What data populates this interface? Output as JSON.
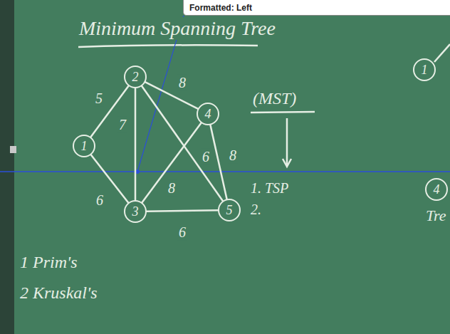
{
  "diagram": {
    "title": "Minimum Spanning Tree",
    "nodes": [
      {
        "text": [
          "Formatted: Left"
        ]
      },
      {
        "text": [
          "2"
        ]
      },
      {
        "text": [
          "4"
        ]
      },
      {
        "text": [
          "1"
        ]
      },
      {
        "text": [
          "3"
        ]
      },
      {
        "text": [
          "5"
        ]
      },
      {
        "text": [
          "1"
        ]
      },
      {
        "text": [
          "4"
        ]
      }
    ],
    "edges": [
      {
        "from": 3,
        "to": 1,
        "arrow": "none",
        "label": "5"
      },
      {
        "from": 1,
        "to": 2,
        "arrow": "none",
        "label": "8"
      },
      {
        "from": 1,
        "to": 4,
        "arrow": "none",
        "label": "7"
      },
      {
        "from": 1,
        "to": 5,
        "arrow": "none",
        "label": "6"
      },
      {
        "from": 2,
        "to": 5,
        "arrow": "none",
        "label": "8"
      },
      {
        "from": 2,
        "to": 4,
        "arrow": "none",
        "label": "8"
      },
      {
        "from": 3,
        "to": 4,
        "arrow": "none",
        "label": "6"
      },
      {
        "from": 4,
        "to": 5,
        "arrow": "none",
        "label": "6"
      }
    ],
    "labels": [
      "(MST)",
      "1. TSP",
      "2.",
      "1 Prim's",
      "2 Kruskal's",
      "Tre"
    ]
  }
}
